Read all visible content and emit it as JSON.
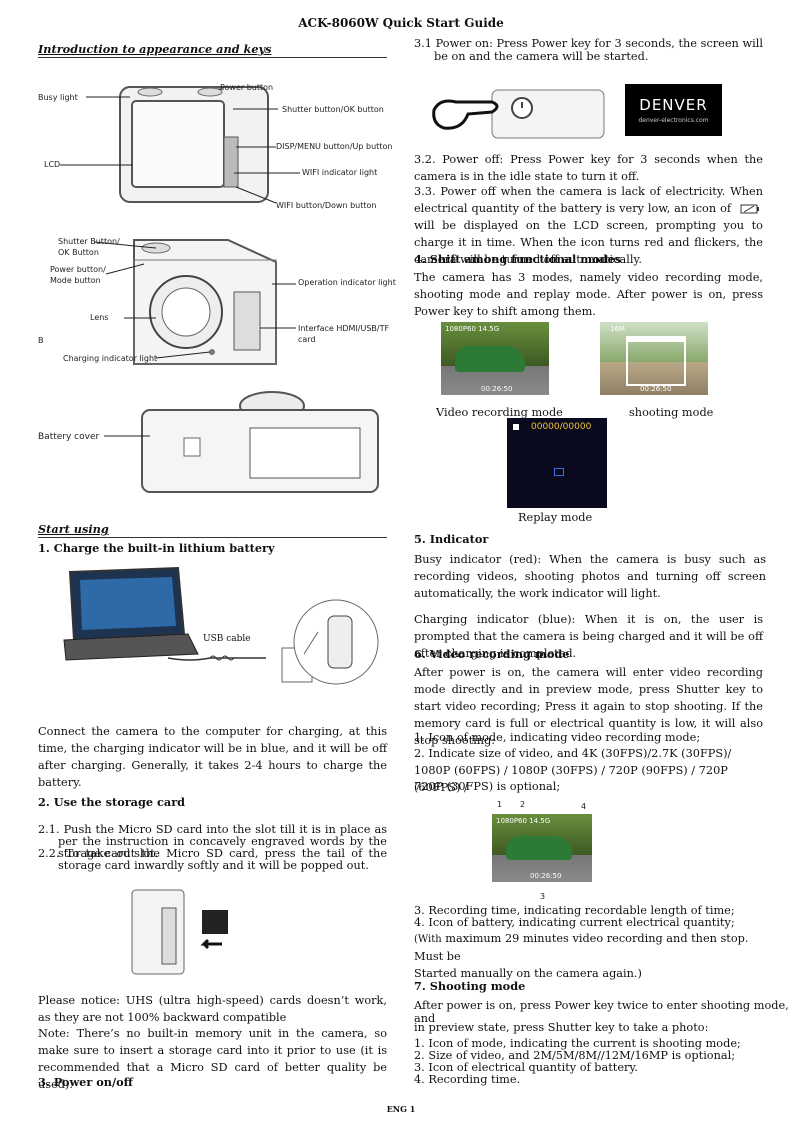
{
  "header": {
    "title": "ACK-8060W    Quick    Start Guide"
  },
  "left": {
    "intro_heading": "Introduction to appearance and keys",
    "labels": {
      "busy_light": "Busy light",
      "power_button": "Power button",
      "shutter_ok": "Shutter button/OK button",
      "disp_menu": "DISP/MENU button/Up button",
      "wifi_light": "WIFI indicator light",
      "wifi_down": "WIFI button/Down button",
      "lcd": "LCD",
      "shutter_ok2": "Shutter Button/ OK Button",
      "power_mode": "Power button/ Mode button",
      "operation_light": "Operation indicator light",
      "lens": "Lens",
      "interface": "Interface HDMI/USB/TF card",
      "charging_light": "Charging indicator light",
      "b": "B",
      "battery_cover": "Battery cover",
      "usb_cable": "USB cable"
    },
    "start_heading": "Start using",
    "charge_heading": "1. Charge the built-in lithium battery",
    "charge_text": "Connect the camera to the computer for charging, at this time, the charging indicator will be in blue, and it will be off after charging. Generally, it takes 2-4 hours to charge the battery.",
    "storage_heading": "2. Use the storage card",
    "storage_1": "2.1. Push the Micro SD card into the slot till it is in place as per the instruction in concavely engraved words by the storage card slot.",
    "storage_2": "2.2. To take out the Micro SD card, press the tail of the storage card inwardly softly and it will be popped out.",
    "notice": "Please notice: UHS (ultra high-speed) cards doesn’t work, as they are not 100% backward compatible",
    "note": "Note: There’s no built-in memory unit in the camera, so make sure to insert a storage card into it prior to use (it is recommended that a Micro SD card of better quality be used).",
    "power_heading": "3. Power on/off"
  },
  "right": {
    "power_on": "3.1 Power on: Press Power key for 3 seconds, the screen will be on and the camera will be started.",
    "brand": "DENVER",
    "brand_url": "denver-electronics.com",
    "power_off": "3.2. Power off: Press Power key for 3 seconds when the camera is in the idle state to turn it off.",
    "power_low_a": "3.3. Power off when the camera is lack of electricity. When electrical quantity of the battery is very low, an icon of",
    "power_low_b": "will be displayed on the LCD screen, prompting you to charge it in time. When the icon turns red and flickers, the camera will be turned off automatically.",
    "shift_heading": "4. Shift among functional modes",
    "shift_text": "The camera has 3 modes, namely video recording mode, shooting mode and replay mode. After power is on, press Power key to shift among them.",
    "hud_video": "1080P60  14.5G",
    "hud_time": "00:26:50",
    "hud_photo": "16M",
    "hud_replay": "00000/00000",
    "cap_video": "Video recording mode",
    "cap_shoot": "shooting mode",
    "cap_replay": "Replay mode",
    "indicator_heading": "5. Indicator",
    "busy_text": "Busy indicator (red): When the camera is busy such as recording videos, shooting photos and turning off screen automatically, the work indicator will light.",
    "charging_text": "Charging indicator (blue): When it is on, the user is prompted that the camera is being charged and it will be off after charging is completed.",
    "video_heading": "6. Video recording mode",
    "video_text": "After power is on, the camera will enter video recording mode directly and in preview mode, press Shutter key to start video recording; Press it again to stop shooting. If the memory card is full or electrical quantity is low, it will also stop shooting:",
    "video_1": "1. Icon of mode, indicating video recording mode;",
    "video_2": "2. Indicate size of video, and 4K (30FPS)/2.7K (30FPS)/ 1080P (60FPS) / 1080P (30FPS) / 720P (90FPS) / 720P (60FPS) /",
    "video_2b": "720P (30FPS) is optional;",
    "num1": "1",
    "num2": "2",
    "num3": "3",
    "num4": "4",
    "video_3": "3. Recording time, indicating recordable length of time;",
    "video_4": "4. Icon of battery, indicating current electrical quantity;",
    "video_5a": "(With",
    "video_5b": "maximum 29 minutes video recording and then stop. Must be",
    "video_5c": "Started manually on the camera again.)",
    "shoot_heading": "7. Shooting mode",
    "shoot_text": "After power is on, press Power key twice to enter shooting mode, and",
    "shoot_text2": "in preview state, press Shutter key to take a photo:",
    "shoot_1": "1. Icon of mode, indicating the current is shooting mode;",
    "shoot_2": "2. Size of video, and 2M/5M/8M//12M/16MP is optional;",
    "shoot_3": "3. Icon of electrical quantity of battery.",
    "shoot_4": "4. Recording time."
  },
  "footer": {
    "page": "ENG 1"
  }
}
